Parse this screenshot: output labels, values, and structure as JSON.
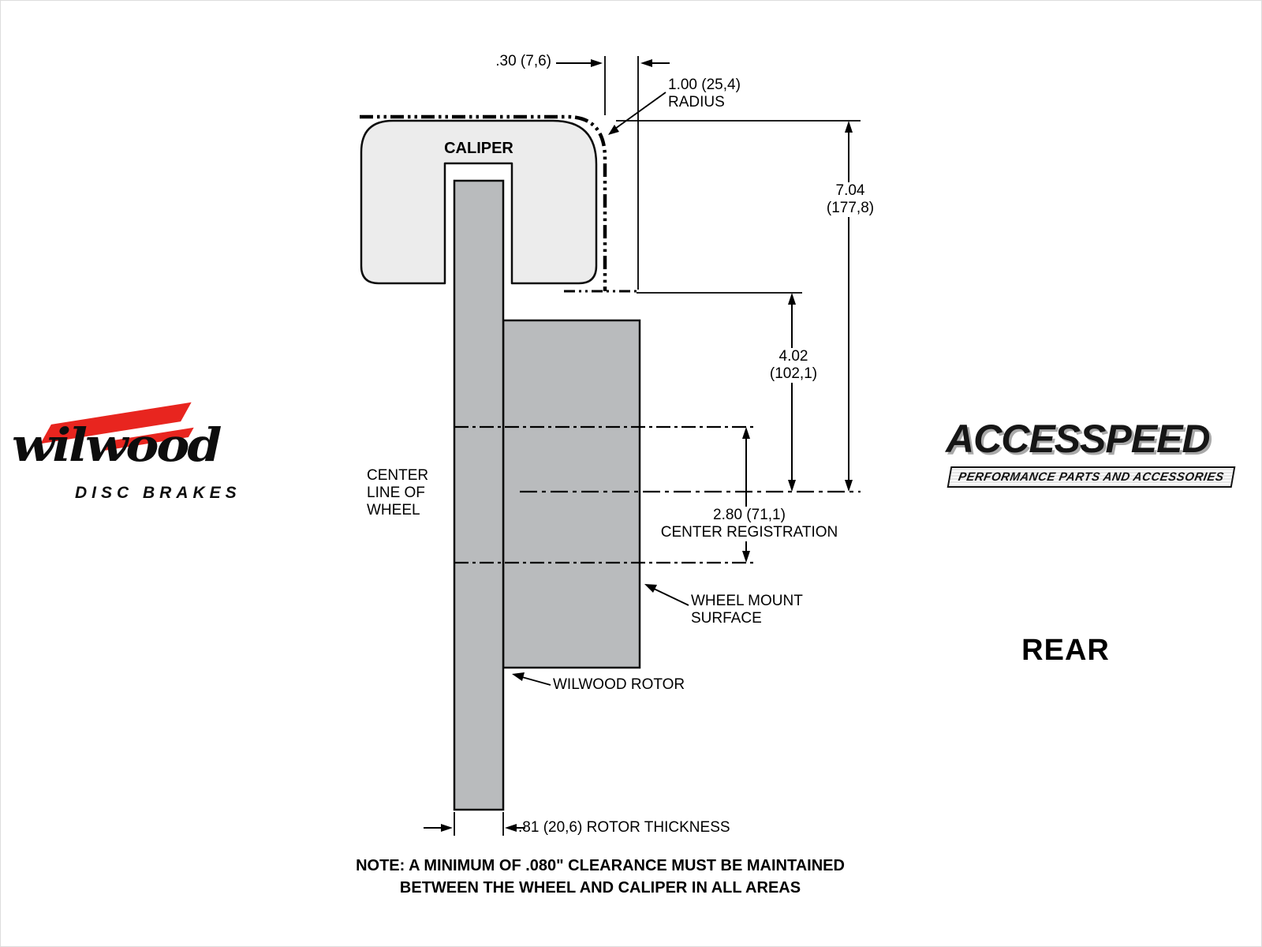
{
  "diagram": {
    "caliper_label": "CALIPER",
    "dims": {
      "clearance": ".30 (7,6)",
      "radius_value": "1.00 (25,4)",
      "radius_word": "RADIUS",
      "overall_value": "7.04",
      "overall_mm": "(177,8)",
      "mount_value": "4.02",
      "mount_mm": "(102,1)",
      "registration_value": "2.80 (71,1)",
      "registration_word": "CENTER REGISTRATION",
      "rotor_thickness": ".81 (20,6) ROTOR THICKNESS"
    },
    "labels": {
      "centerline_line1": "CENTER",
      "centerline_line2": "LINE OF",
      "centerline_line3": "WHEEL",
      "wheel_mount_line1": "WHEEL MOUNT",
      "wheel_mount_line2": "SURFACE",
      "wilwood_rotor": "WILWOOD ROTOR"
    },
    "note": {
      "line1": "NOTE: A MINIMUM OF .080\" CLEARANCE MUST BE MAINTAINED",
      "line2": "BETWEEN THE WHEEL AND CALIPER IN ALL AREAS"
    }
  },
  "branding": {
    "wilwood_wordmark": "wilwood",
    "wilwood_tagline": "DISC BRAKES",
    "accesspeed_wordmark": "ACCESSPEED",
    "accesspeed_tagline": "PERFORMANCE PARTS AND ACCESSORIES",
    "view_label": "REAR"
  },
  "colors": {
    "rotor_fill": "#b9bbbd",
    "caliper_fill": "#ececec",
    "line_color": "#000000",
    "accent_red": "#e8251f"
  }
}
